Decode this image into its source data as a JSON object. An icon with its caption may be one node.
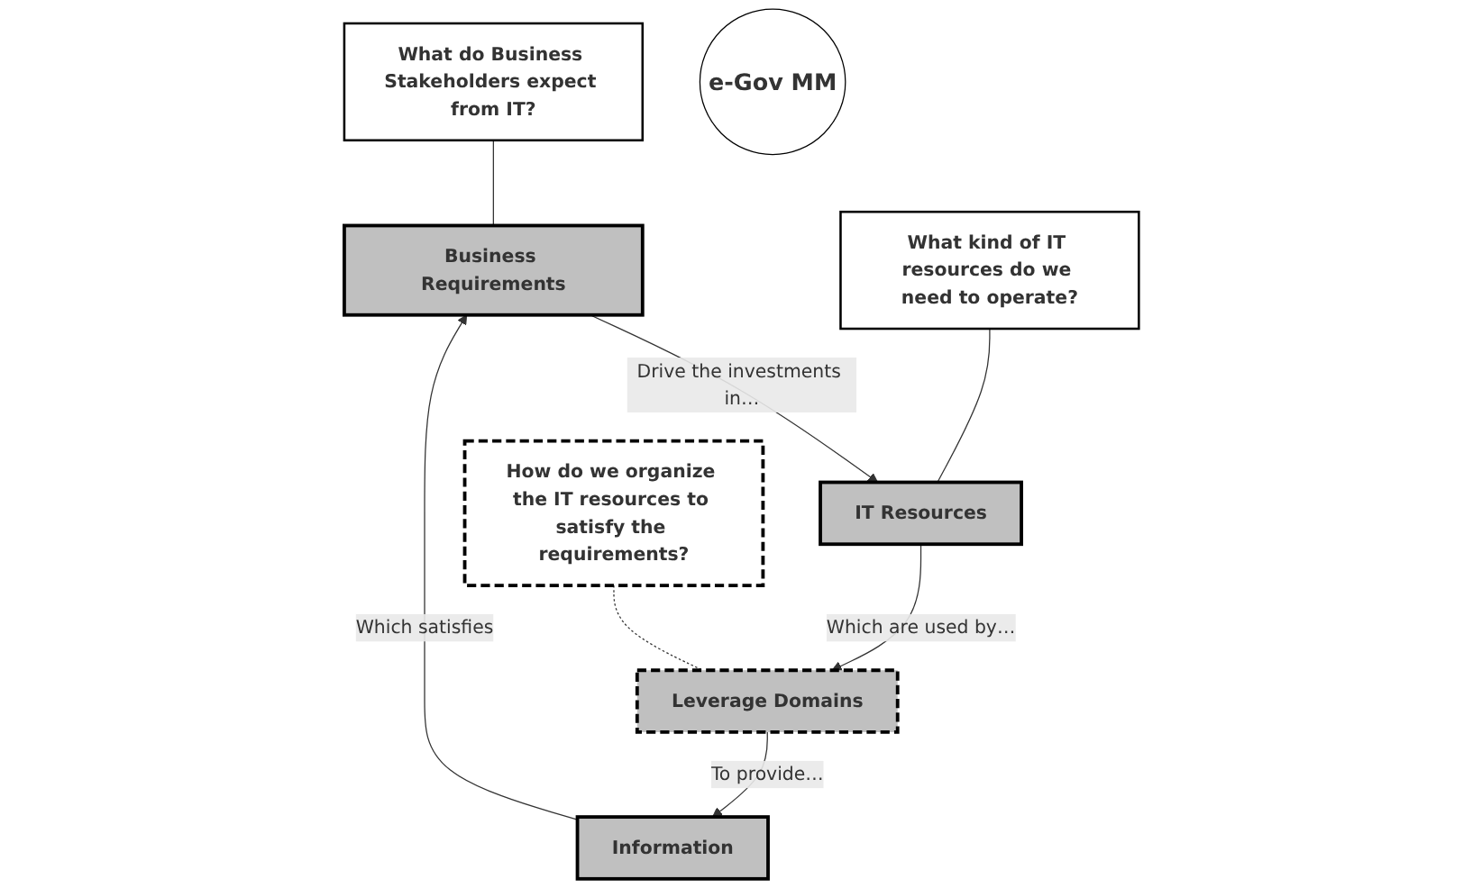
{
  "diagram": {
    "nodes": [
      {
        "text": [
          "What do Business Stakeholders expect from IT?"
        ]
      },
      {
        "text": [
          "Business Requirements"
        ]
      },
      {
        "text": [
          "Information"
        ]
      },
      {
        "text": [
          "e-Gov MM"
        ]
      },
      {
        "text": [
          "IT Resources"
        ]
      },
      {
        "text": [
          "What kind of IT resources do we need to operate?"
        ]
      },
      {
        "text": [
          "Leverage Domains"
        ]
      },
      {
        "text": [
          "How do we organize the IT resources to satisfy the requirements?"
        ]
      }
    ],
    "edges": [
      {
        "from": 0,
        "to": 1,
        "arrow": "none"
      },
      {
        "from": 1,
        "to": 4,
        "arrow": "to",
        "label": "Drive the investments in…"
      },
      {
        "from": 5,
        "to": 4,
        "arrow": "none"
      },
      {
        "from": 4,
        "to": 6,
        "arrow": "to",
        "label": "Which are used by…"
      },
      {
        "from": 7,
        "to": 6,
        "arrow": "none",
        "style": "dashed"
      },
      {
        "from": 6,
        "to": 2,
        "arrow": "to",
        "label": "To provide…"
      },
      {
        "from": 2,
        "to": 1,
        "arrow": "to",
        "label": "Which satisfies"
      }
    ]
  }
}
